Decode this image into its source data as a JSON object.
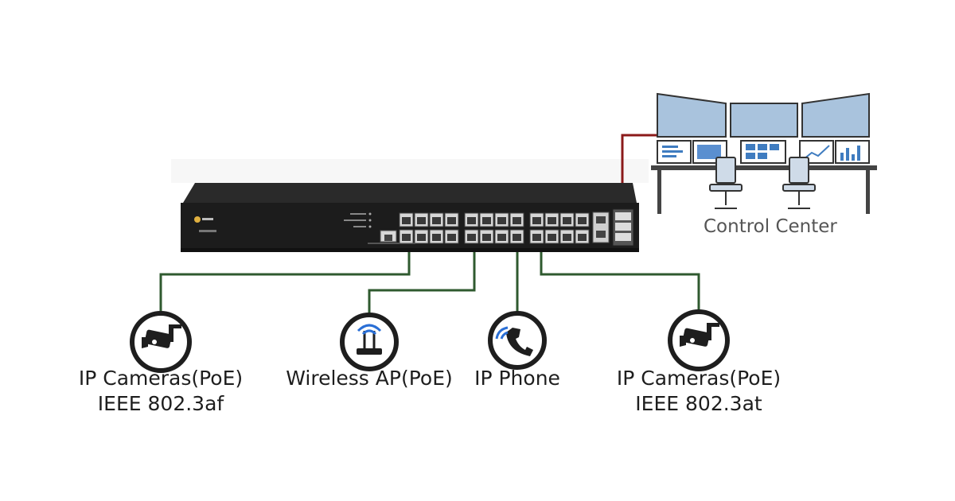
{
  "diagram": {
    "control_center": {
      "label": "Control Center"
    },
    "devices": [
      {
        "name": "ip-camera-af",
        "icon": "ip-camera-icon",
        "lines": [
          "IP Cameras(PoE)",
          "IEEE 802.3af"
        ]
      },
      {
        "name": "wireless-ap",
        "icon": "wireless-router-icon",
        "lines": [
          "Wireless AP(PoE)"
        ]
      },
      {
        "name": "ip-phone",
        "icon": "phone-icon",
        "lines": [
          "IP Phone"
        ]
      },
      {
        "name": "ip-camera-at",
        "icon": "ip-camera-icon",
        "lines": [
          "IP Cameras(PoE)",
          "IEEE 802.3at"
        ]
      }
    ],
    "colors": {
      "poe_link": "#2f5a2f",
      "uplink": "#8b1a1a",
      "monitor": "#a9c3dd",
      "furniture": "#444444",
      "switch_body": "#1c1c1c"
    }
  }
}
